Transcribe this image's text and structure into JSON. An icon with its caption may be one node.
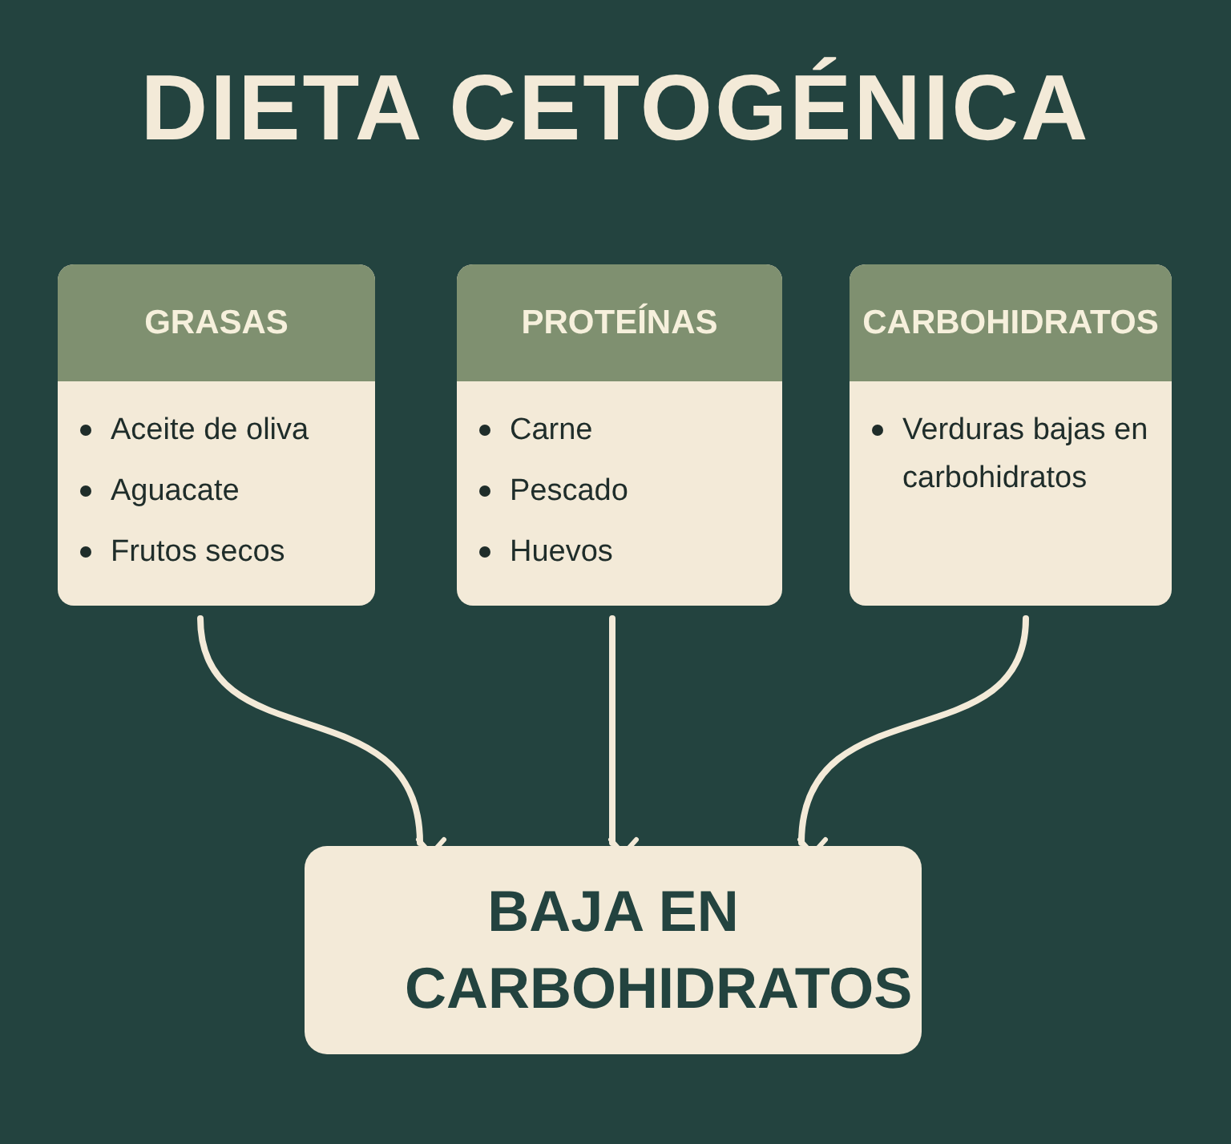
{
  "diagram": {
    "title": "DIETA CETOGÉNICA",
    "nodes": [
      {
        "text": [
          "GRASAS",
          "Aceite de oliva",
          "Aguacate",
          "Frutos secos"
        ]
      },
      {
        "text": [
          "PROTEÍNAS",
          "Carne",
          "Pescado",
          "Huevos"
        ]
      },
      {
        "text": [
          "CARBOHIDRATOS",
          "Verduras bajas en carbohidratos"
        ]
      },
      {
        "text": [
          "BAJA EN CARBOHIDRATOS"
        ]
      }
    ],
    "edges": [
      {
        "from": 0,
        "to": 3,
        "arrow": "to"
      },
      {
        "from": 1,
        "to": 3,
        "arrow": "to"
      },
      {
        "from": 2,
        "to": 3,
        "arrow": "to"
      }
    ]
  }
}
